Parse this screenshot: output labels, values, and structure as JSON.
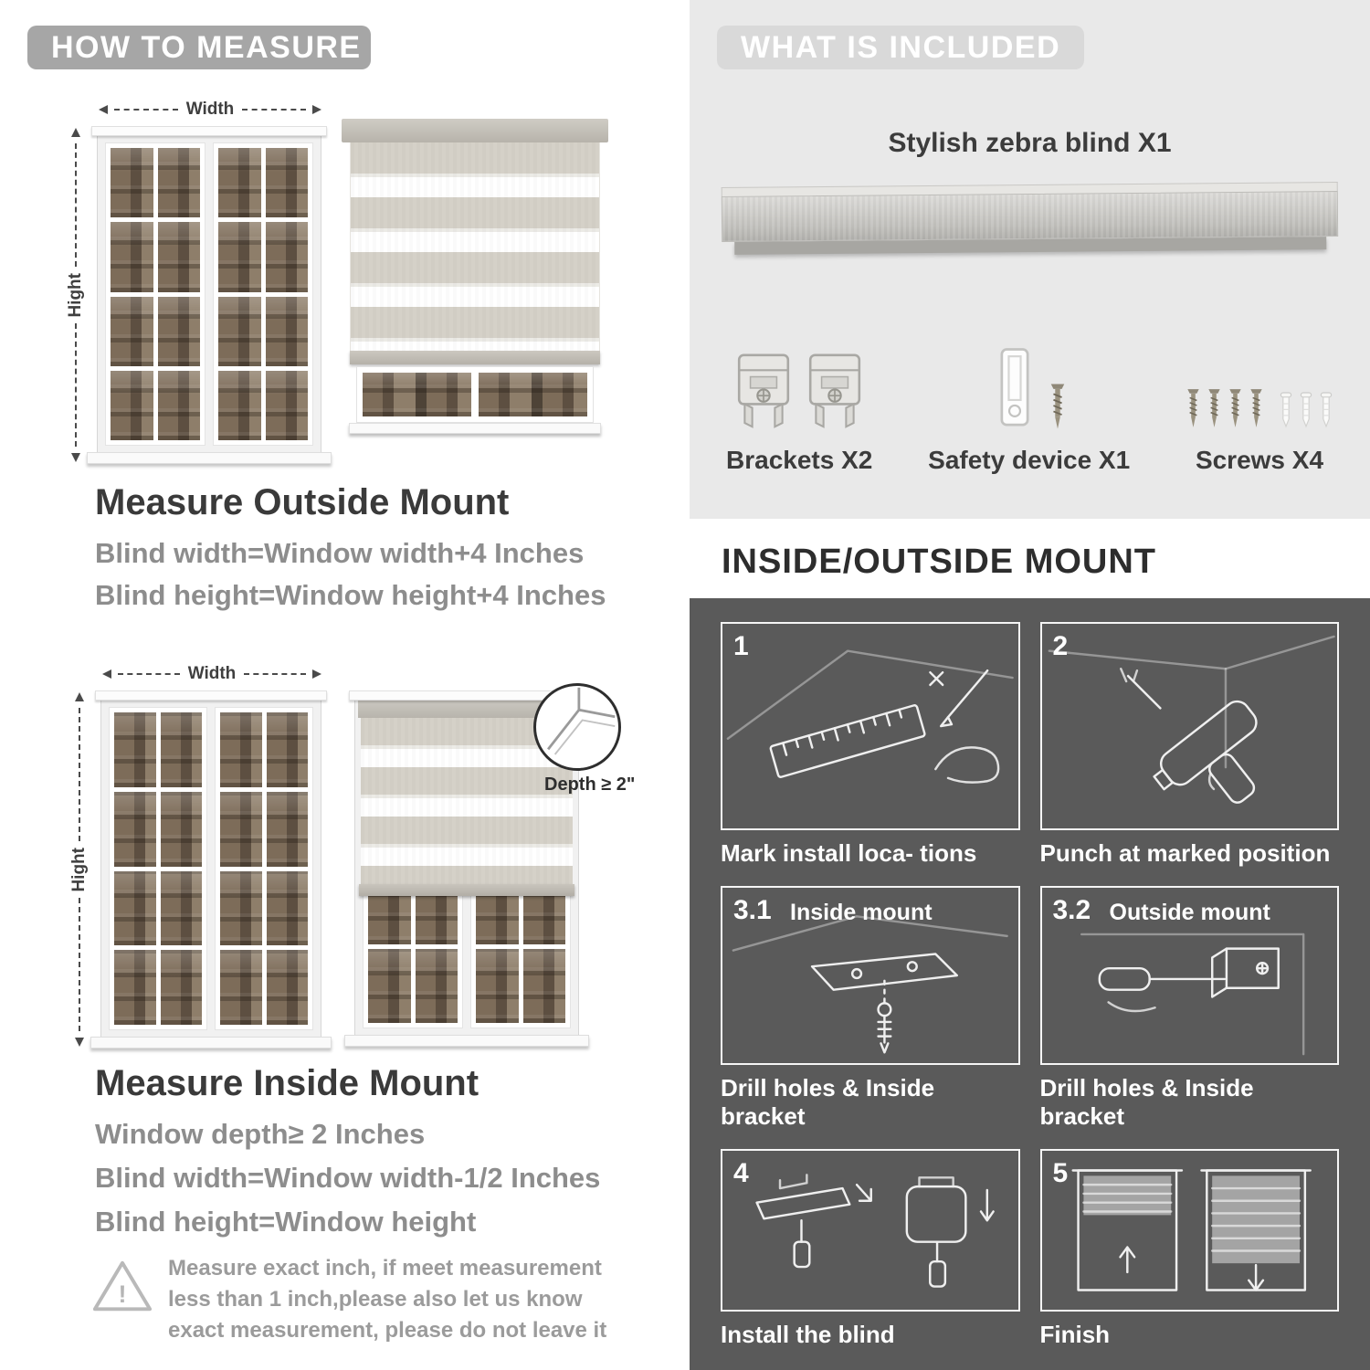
{
  "measure": {
    "banner": "HOW TO MEASURE",
    "width_label": "Width",
    "height_label": "Hight",
    "outside": {
      "title": "Measure Outside Mount",
      "lines": [
        "Blind width=Window width+4 Inches",
        "Blind height=Window height+4 Inches"
      ]
    },
    "inside": {
      "title": "Measure Inside Mount",
      "depth_callout": "Depth ≥ 2\"",
      "lines": [
        "Window depth≥ 2 Inches",
        "Blind width=Window width-1/2 Inches",
        "Blind height=Window height"
      ]
    },
    "note": "Measure exact inch, if meet measurement less than 1 inch,please also let us know exact measurement, please do not leave it",
    "warning_glyph": "!"
  },
  "included": {
    "banner": "WHAT IS INCLUDED",
    "blind_label": "Stylish zebra blind X1",
    "items": [
      {
        "label": "Brackets X2"
      },
      {
        "label": "Safety device X1"
      },
      {
        "label": "Screws X4"
      }
    ]
  },
  "mount": {
    "title": "INSIDE/OUTSIDE MOUNT",
    "steps": [
      {
        "num": "1",
        "tag": "",
        "caption": "Mark install loca- tions"
      },
      {
        "num": "2",
        "tag": "",
        "caption": "Punch at  marked position"
      },
      {
        "num": "3.1",
        "tag": "Inside mount",
        "caption": "Drill holes &  Inside bracket"
      },
      {
        "num": "3.2",
        "tag": "Outside mount",
        "caption": "Drill holes &  Inside bracket"
      },
      {
        "num": "4",
        "tag": "",
        "caption": "Install the blind"
      },
      {
        "num": "5",
        "tag": "",
        "caption": "Finish"
      }
    ]
  },
  "colors": {
    "banner_gray": "#a6a6a6",
    "light_panel": "#e9e9e9",
    "dark_panel": "#5a5a5a",
    "heading": "#3a3a3a",
    "body_gray": "#8d8d8d"
  }
}
